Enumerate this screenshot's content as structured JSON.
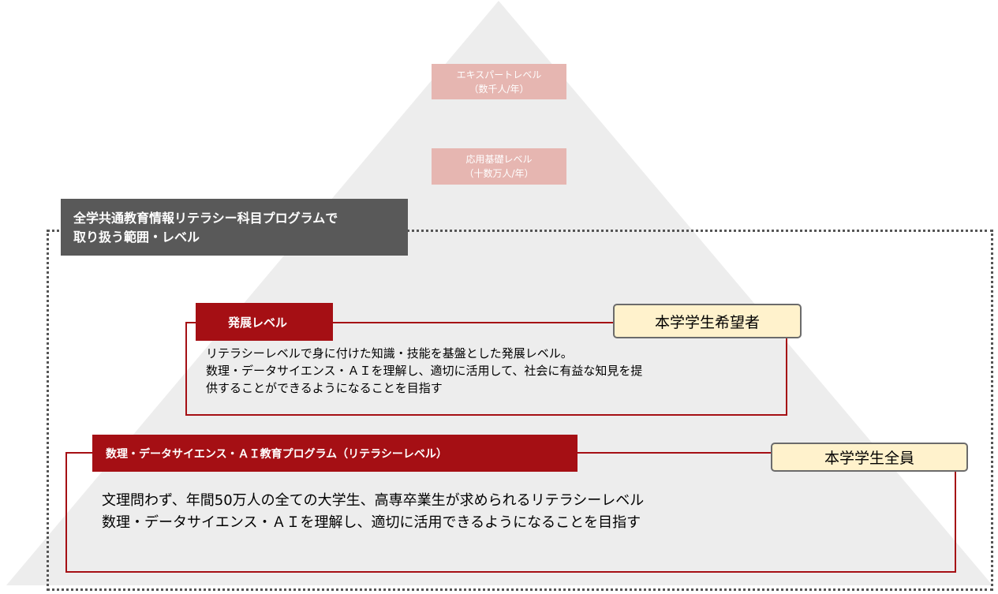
{
  "pyramid": {
    "fill": "#ededed"
  },
  "tiers": {
    "expert": {
      "name": "エキスパートレベル",
      "count": "（数千人/年）"
    },
    "applied": {
      "name": "応用基礎レベル",
      "count": "（十数万人/年）"
    }
  },
  "scope": {
    "line1": "全学共通教育情報リテラシー科目プログラムで",
    "line2": "取り扱う範囲・レベル"
  },
  "advanced": {
    "tag": "発展レベル",
    "target": "本学学生希望者",
    "line1": "リテラシーレベルで身に付けた知識・技能を基盤とした発展レベル。",
    "line2": "数理・データサイエンス・ＡＩを理解し、適切に活用して、社会に有益な知見を提",
    "line3": "供することができるようになることを目指す"
  },
  "literacy": {
    "tag": "数理・データサイエンス・ＡＩ教育プログラム（リテラシーレベル）",
    "target": "本学学生全員",
    "line1": "文理問わず、年間50万人の全ての大学生、高専卒業生が求められるリテラシーレベル",
    "line2": "数理・データサイエンス・ＡＩを理解し、適切に活用できるようになることを目指す"
  },
  "colors": {
    "accent_red": "#a50f14",
    "tier_pink": "#e6b6b1",
    "scope_gray": "#595959",
    "target_cream": "#fff2cc"
  }
}
